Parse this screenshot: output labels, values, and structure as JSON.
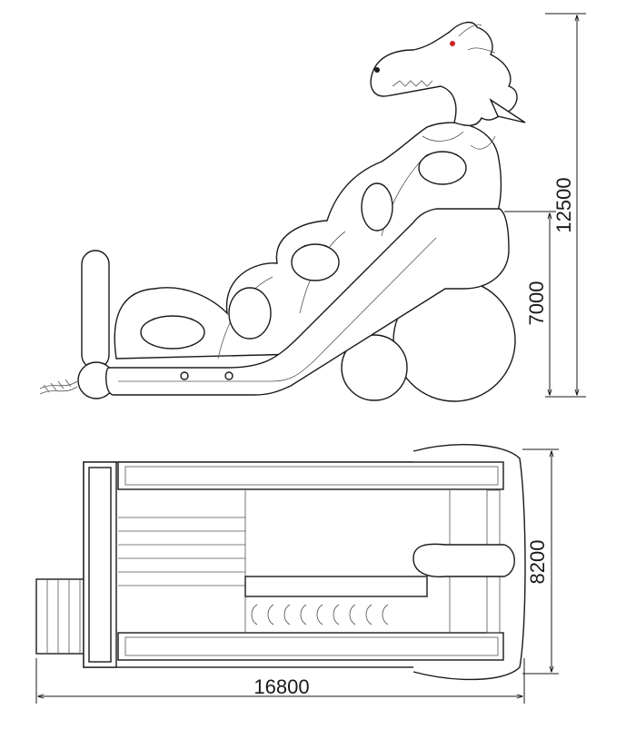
{
  "dimensions": {
    "total_height": "12500",
    "slide_height": "7000",
    "width": "8200",
    "length": "16800"
  },
  "colors": {
    "line": "#1a1a1a",
    "background": "#ffffff",
    "dragon_eye": "#cc2222"
  }
}
